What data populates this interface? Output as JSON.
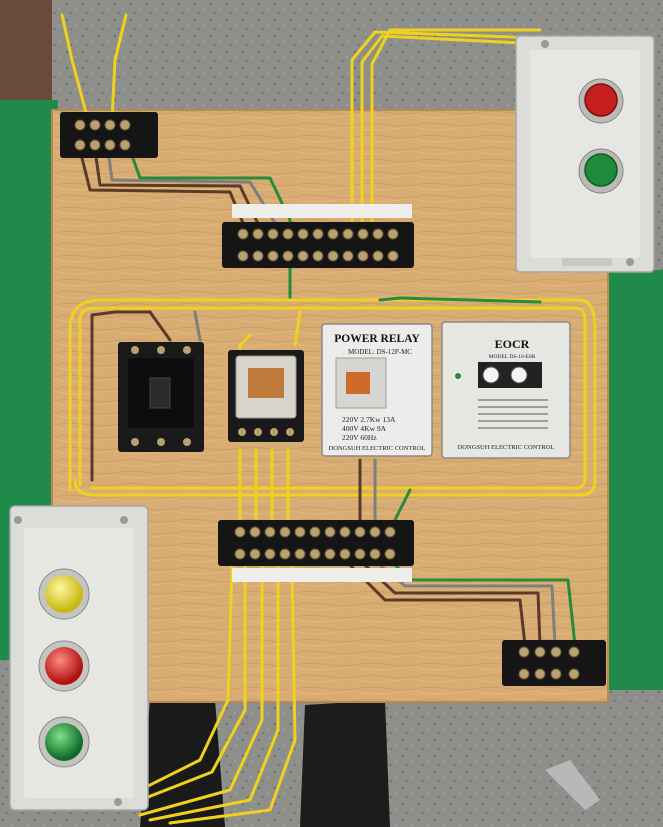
{
  "power_relay": {
    "title": "POWER RELAY",
    "model": "MODEL: DS-12P-MC",
    "rating_1": "220V  2.7Kw  13A",
    "rating_2": "400V  4Kw  9A",
    "rating_3": "220V  60Hz",
    "brand": "DONGSUH ELECTRIC CONTROL"
  },
  "eocr": {
    "title": "EOCR",
    "model": "MODEL DS-10-E0R",
    "brand": "DONGSUH ELECTRIC CONTROL"
  },
  "colors": {
    "board": "#d9ad73",
    "wire_yellow": "#f0d21e",
    "wire_green": "#2a8a3c",
    "wire_brown": "#5a3a28",
    "wire_gray": "#7f7f7f",
    "lamp_yellow": "#e0d020",
    "lamp_red": "#d52424",
    "lamp_green": "#1f8a3a",
    "button_red": "#c41e1e",
    "button_green": "#1d8a3c"
  }
}
